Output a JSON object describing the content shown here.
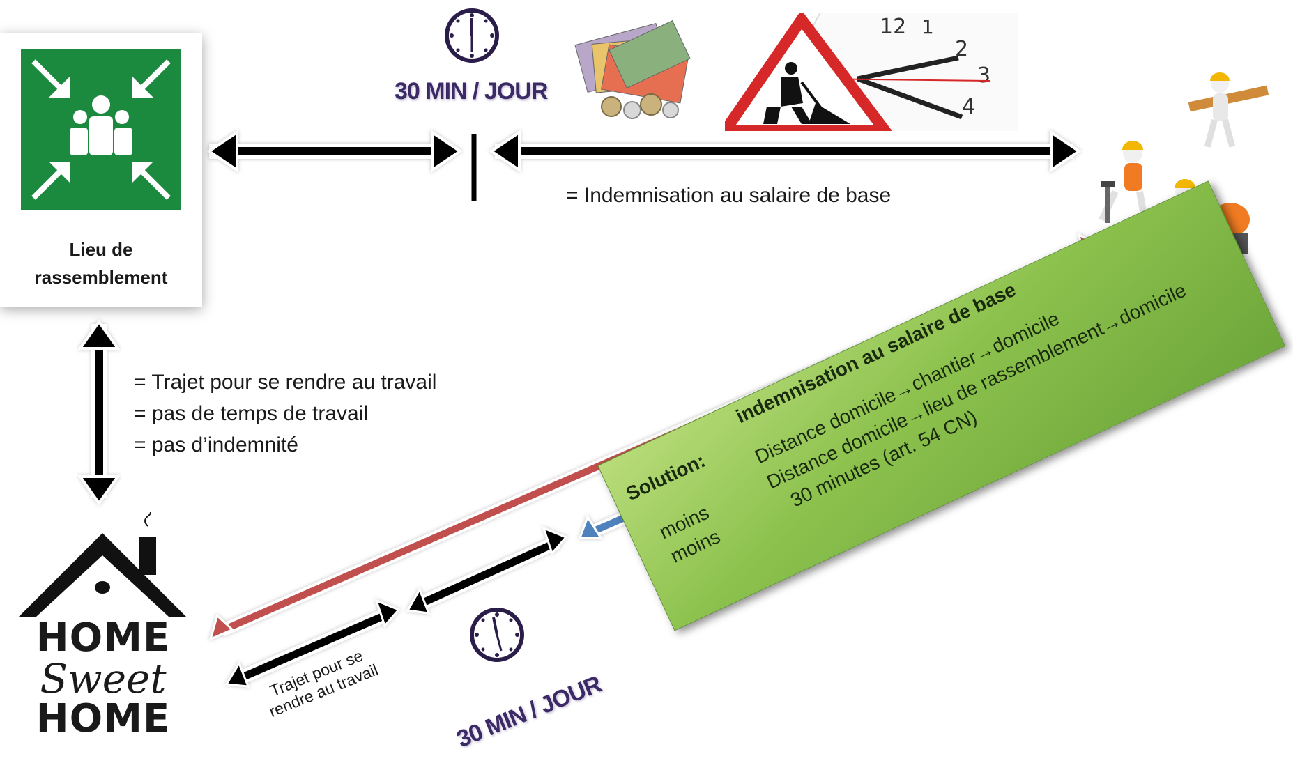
{
  "assembly_label_line1": "Lieu de",
  "assembly_label_line2": "rassemblement",
  "top_time_label": "30 MIN / JOUR",
  "top_compensation": "= Indemnisation au salaire de base",
  "commute_notes": [
    "= Trajet pour se rendre au travail",
    "= pas de temps de travail",
    "= pas d’indemnité"
  ],
  "home_sign": {
    "line1": "HOME",
    "line2": "Sweet",
    "line3": "HOME"
  },
  "bottom_commute_line1": "Trajet pour se",
  "bottom_commute_line2": "rendre au travail",
  "bottom_time_label": "30 MIN / JOUR",
  "solution": {
    "label": "Solution:",
    "title": "indemnisation au salaire de base",
    "line1": "Distance domicile→chantier→domicile",
    "minus1": "moins",
    "line2": "Distance domicile→lieu de rassemblement→domicile",
    "minus2": "moins",
    "line3": "30 minutes (art. 54 CN)"
  },
  "colors": {
    "red_arrow": "#c0504d",
    "blue_arrow": "#4f81bd",
    "green_box": "#8cc14d",
    "assembly_sign": "#1b8a3e"
  },
  "icons": [
    "assembly-point-icon",
    "clock-icon",
    "money-icon",
    "roadwork-clock-icon",
    "construction-workers-icon",
    "house-icon"
  ]
}
